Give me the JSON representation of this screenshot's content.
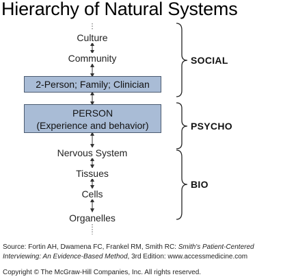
{
  "title": "Hierarchy of Natural Systems",
  "levels": {
    "culture": "Culture",
    "community": "Community",
    "dyad": "2-Person; Family; Clinician",
    "person_line1": "PERSON",
    "person_line2": "(Experience and behavior)",
    "nervous": "Nervous System",
    "tissues": "Tissues",
    "cells": "Cells",
    "organelles": "Organelles"
  },
  "groups": {
    "social": "SOCIAL",
    "psycho": "PSYCHO",
    "bio": "BIO"
  },
  "source": {
    "prefix": "Source: Fortin AH, Dwamena FC, Frankel RM, Smith RC: ",
    "book_title_1": "Smith's Patient-Centered",
    "book_title_2": "Interviewing: An Evidence-Based Method",
    "suffix": ", 3rd Edition: www.accessmedicine.com"
  },
  "copyright": "Copyright © The McGraw-Hill Companies, Inc. All rights reserved.",
  "colors": {
    "box_fill": "#a9bcd6",
    "box_border": "#4a5a70"
  }
}
